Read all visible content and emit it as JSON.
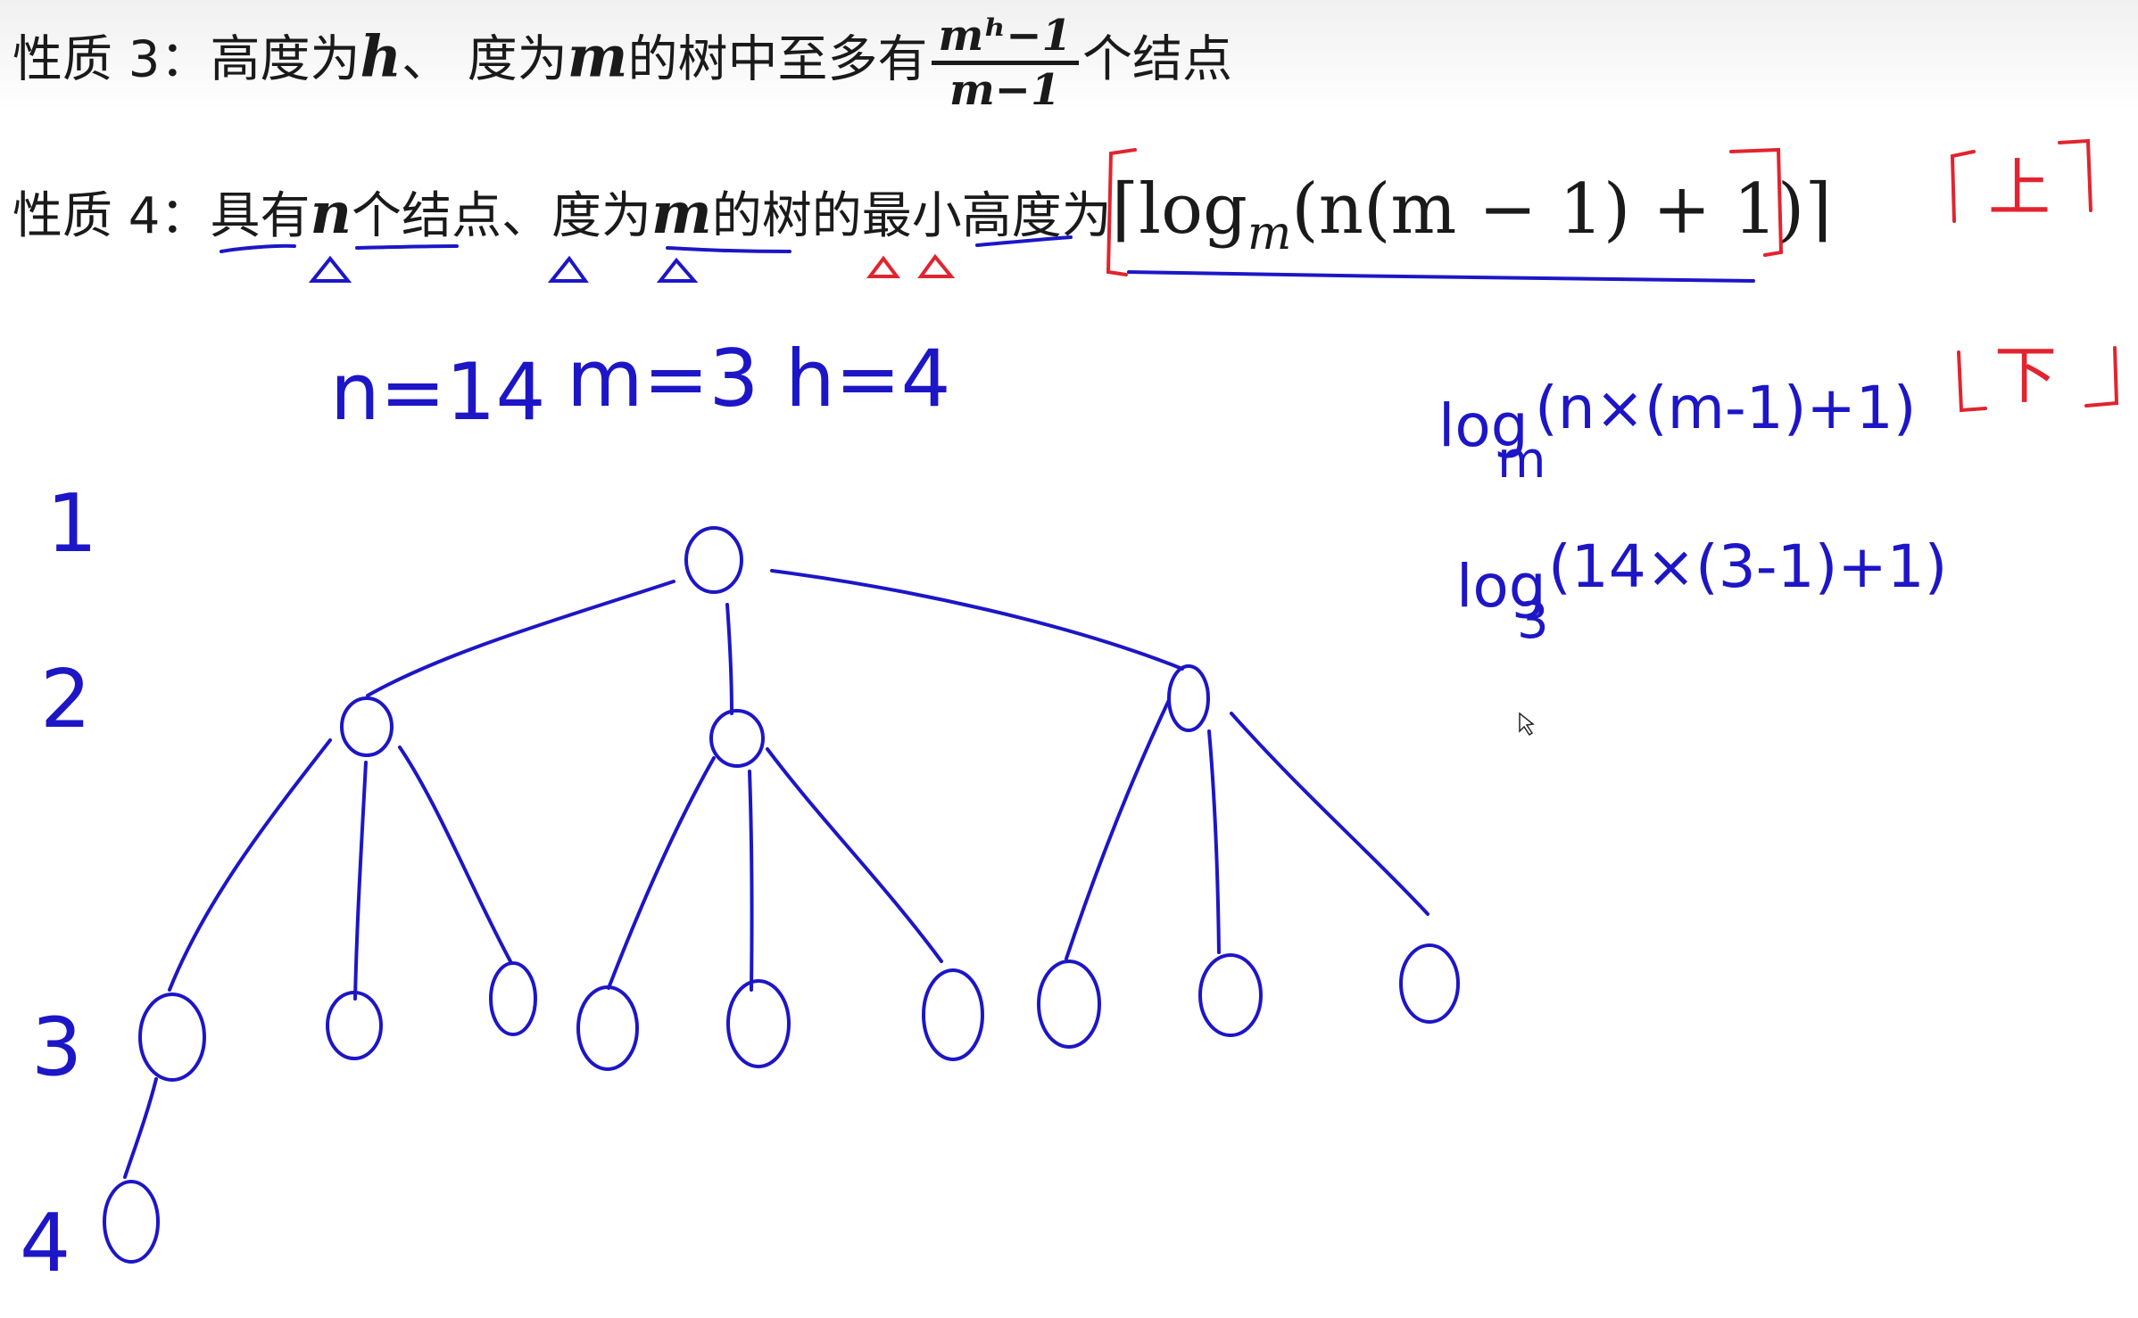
{
  "property3": {
    "label": "性质 3：",
    "text_a": "高度为",
    "var_h": "h",
    "text_b": "、 度为",
    "var_m": "m",
    "text_c": "的树中至多有",
    "numerator": "mʰ−1",
    "denominator": "m−1",
    "text_d": "个结点"
  },
  "property4": {
    "label": "性质 4：",
    "text_a": "具有",
    "var_n": "n",
    "text_b": "个结点、度为",
    "var_m": "m",
    "text_c": "的树的最小高度为",
    "formula_open": "⌈log",
    "formula_sub": "m",
    "formula_rest": "(n(m − 1) + 1)⌉"
  },
  "annotations": {
    "params": [
      "n=14",
      "m=3",
      "h=4"
    ],
    "level_labels": [
      "1",
      "2",
      "3",
      "4"
    ],
    "formula_line1": "log",
    "formula_line1_sub": "m",
    "formula_line1_rest": "(n×(m-1)+1)",
    "formula_line2": "log",
    "formula_line2_sub": "3",
    "formula_line2_rest": "(14×(3-1)+1)",
    "ceil_label": "上",
    "floor_label": "下"
  },
  "colors": {
    "ink_blue": "#1d16c7",
    "ink_red": "#e1242f",
    "text": "#1a1a1a"
  }
}
